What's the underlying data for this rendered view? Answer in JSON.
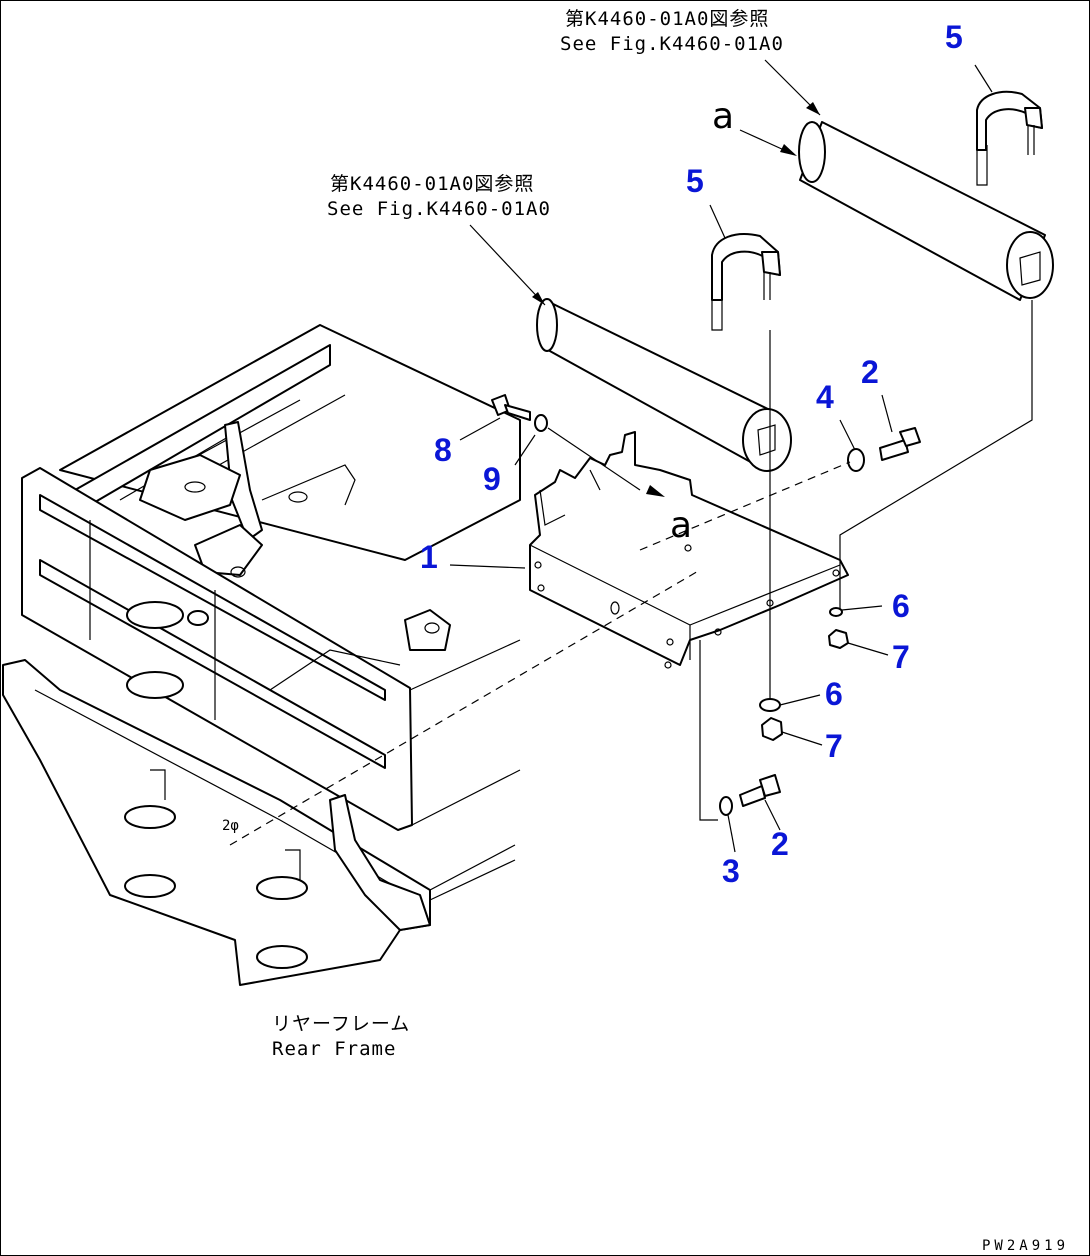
{
  "references": {
    "top_right_jp": "第K4460-01A0図参照",
    "top_right_en": "See Fig.K4460-01A0",
    "middle_jp": "第K4460-01A0図参照",
    "middle_en": "See Fig.K4460-01A0"
  },
  "frame_label": {
    "jp": "リヤーフレーム",
    "en": "Rear Frame"
  },
  "connection_letter": "a",
  "drawing_code": "PW2A919",
  "callouts": [
    "1",
    "2",
    "2",
    "3",
    "4",
    "5",
    "5",
    "6",
    "6",
    "7",
    "7",
    "8",
    "9"
  ],
  "colors": {
    "callout": "#0a16d6",
    "line": "#000000",
    "background": "#ffffff"
  }
}
